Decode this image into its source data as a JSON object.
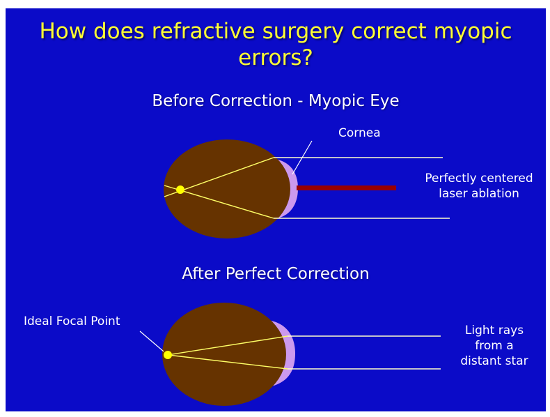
{
  "title_line1": "How does refractive surgery correct myopic",
  "title_line2": "errors?",
  "before": {
    "heading": "Before Correction - Myopic Eye",
    "cornea_label": "Cornea",
    "laser_label_line1": "Perfectly centered",
    "laser_label_line2": "laser ablation"
  },
  "after": {
    "heading": "After Perfect Correction",
    "focal_label": "Ideal Focal Point",
    "rays_label_line1": "Light rays",
    "rays_label_line2": "from a",
    "rays_label_line3": "distant star"
  },
  "colors": {
    "background": "#0b0bc8",
    "title": "#ffff33",
    "eye": "#663300",
    "cornea": "#cc99ee",
    "laser": "#990000",
    "ray": "#ffff66",
    "focal_point": "#ffff00"
  }
}
